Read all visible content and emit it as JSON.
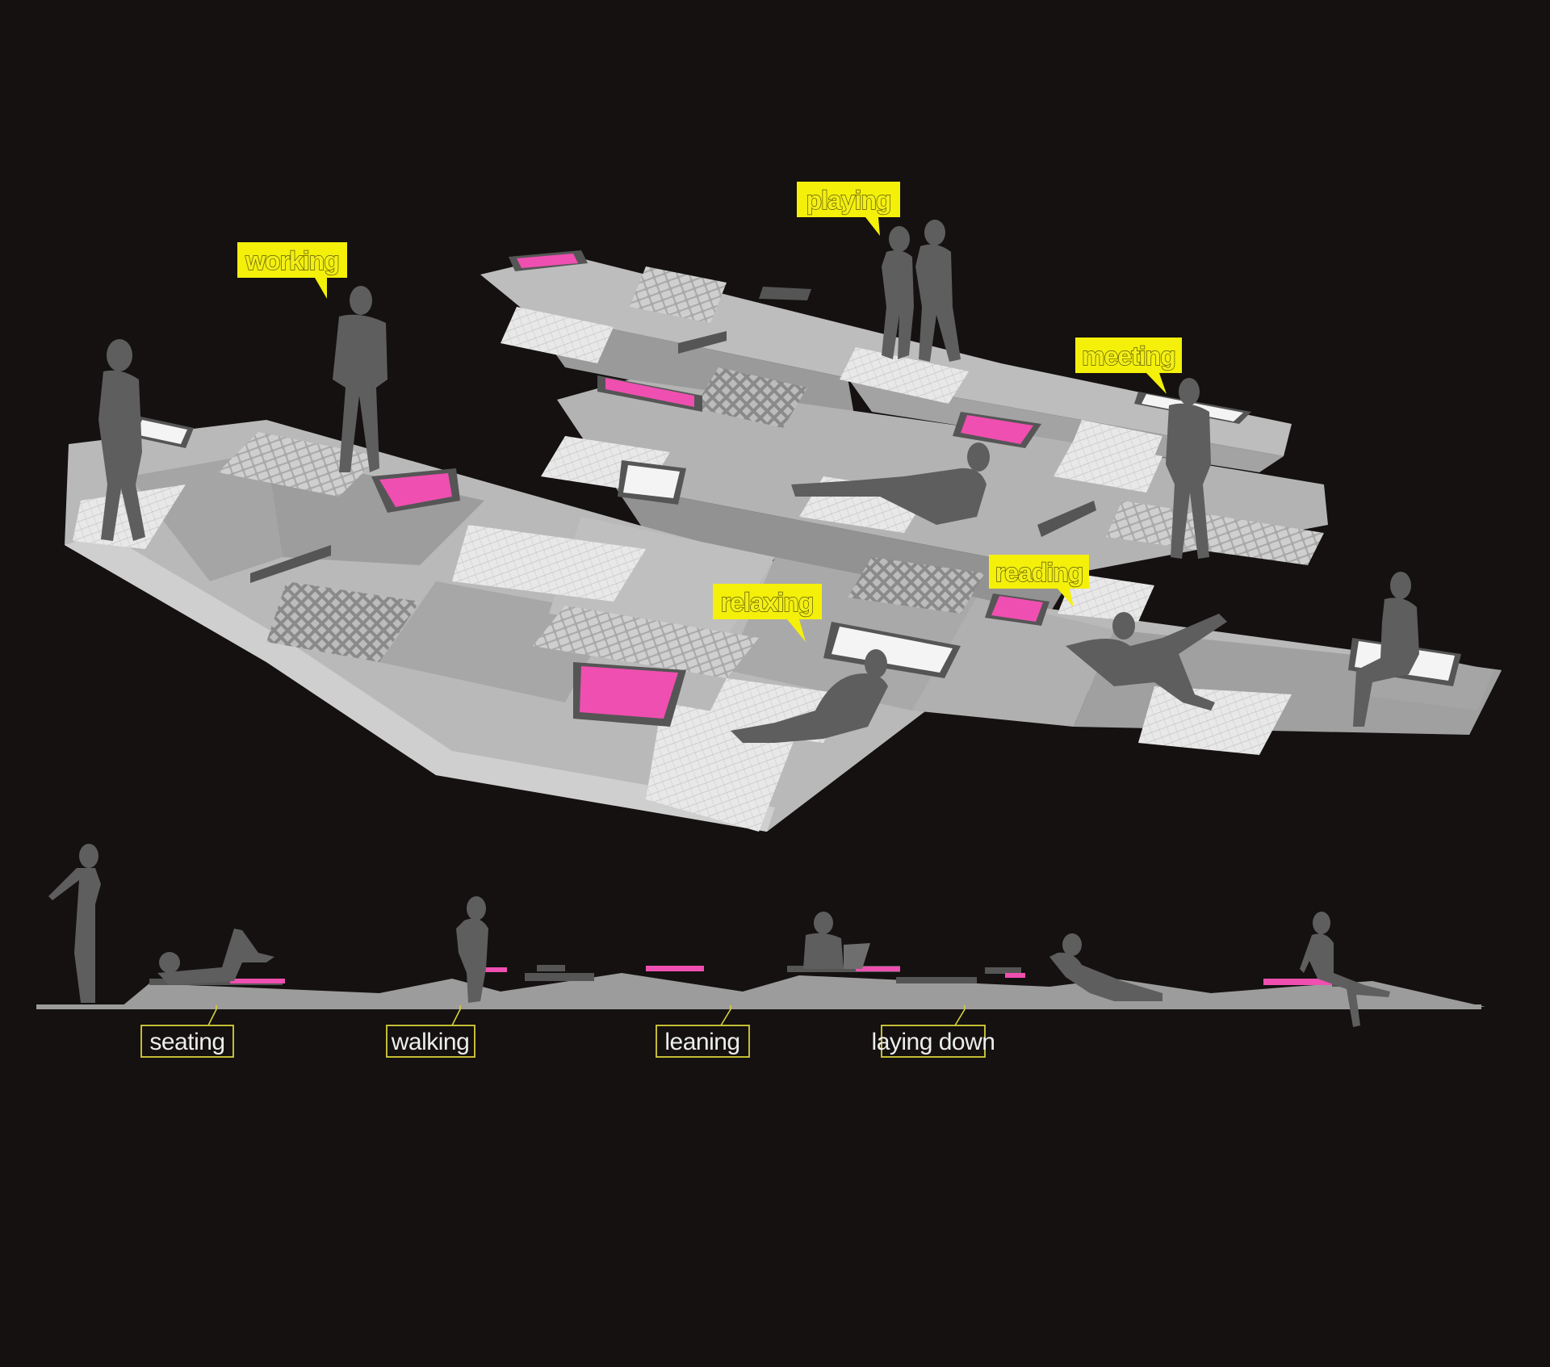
{
  "colors": {
    "background": "#141110",
    "surface": "#b7b7b7",
    "surface_dark": "#8e8e8e",
    "surface_light": "#cfcfcf",
    "paving": "#e6e6e6",
    "accent_magenta": "#ef4fb0",
    "bubble_yellow": "#f5f00a",
    "figure": "#5e5e5e",
    "section_fill": "#9c9c9c",
    "box_outline": "#d9cf3a"
  },
  "plan_labels": [
    {
      "id": "working",
      "text": "working"
    },
    {
      "id": "playing",
      "text": "playing"
    },
    {
      "id": "meeting",
      "text": "meeting"
    },
    {
      "id": "reading",
      "text": "reading"
    },
    {
      "id": "relaxing",
      "text": "relaxing"
    }
  ],
  "section_labels": [
    {
      "id": "seating",
      "text": "seating"
    },
    {
      "id": "walking",
      "text": "walking"
    },
    {
      "id": "leaning",
      "text": "leaning"
    },
    {
      "id": "laying-down",
      "text": "laying down"
    }
  ]
}
